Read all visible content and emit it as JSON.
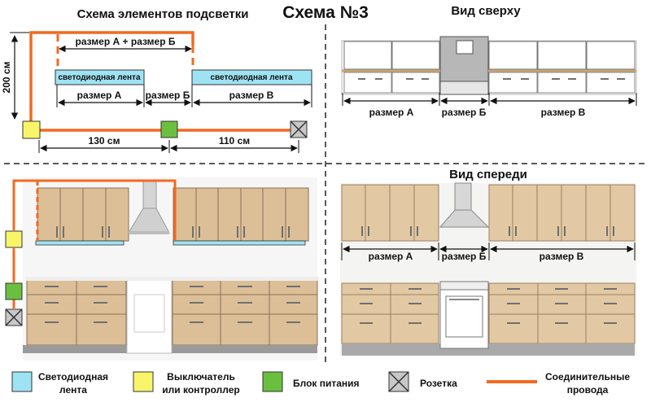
{
  "header": {
    "scheme_title": "Схема №3"
  },
  "schematic": {
    "title": "Схема элементов подсветки",
    "height_label": "200 см",
    "size_ab": "размер А + размер Б",
    "led_strip": "светодиодная лента",
    "size_a": "размер А",
    "size_b": "размер Б",
    "size_v": "размер В",
    "dist1": "130 см",
    "dist2": "110 см"
  },
  "top_view": {
    "title": "Вид сверху",
    "size_a": "размер А",
    "size_b": "размер Б",
    "size_v": "размер В"
  },
  "front_view": {
    "title": "Вид спереди",
    "size_a": "размер А",
    "size_b": "размер Б",
    "size_v": "размер В"
  },
  "legend": {
    "led": {
      "line1": "Светодиодная",
      "line2": "лента"
    },
    "switch": {
      "line1": "Выключатель",
      "line2": "или контроллер"
    },
    "power": "Блок питания",
    "socket": "Розетка",
    "wire": {
      "line1": "Соединительные",
      "line2": "провода"
    }
  },
  "colors": {
    "led_strip": "#9ee3f3",
    "switch": "#f8f56a",
    "power_supply": "#6bbf3e",
    "socket": "#c8c8c8",
    "wire": "#f26a21",
    "cabinet": "#dcbf97"
  },
  "icons": {
    "socket": "crossed-box-icon"
  }
}
